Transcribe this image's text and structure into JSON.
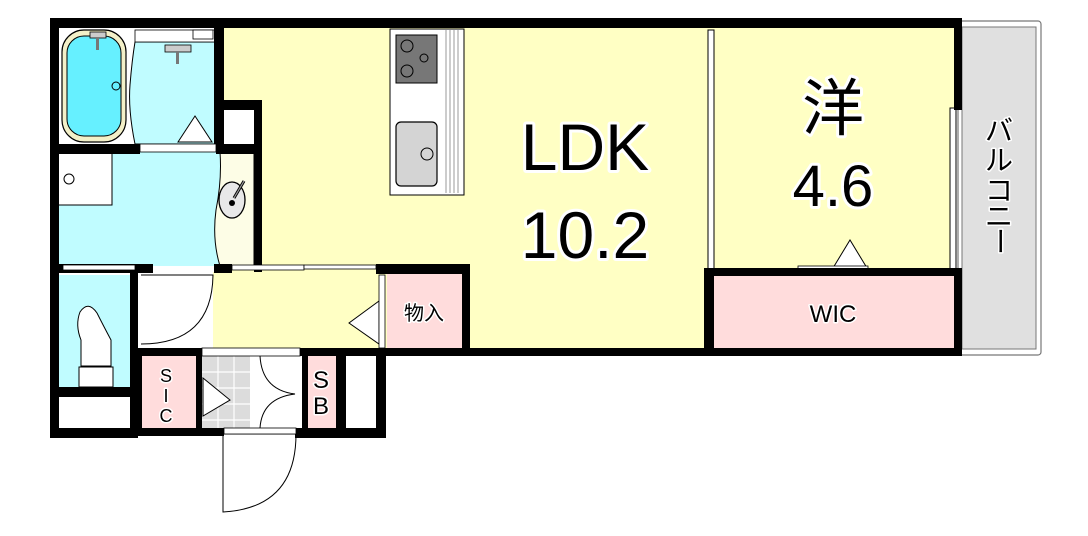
{
  "floorplan": {
    "colors": {
      "wall": "#000000",
      "living": "#ffffc4",
      "wet": "#c0fcff",
      "storage": "#ffdcdc",
      "balcony": "#e0e0e0",
      "entrance_tile": "#dcdcdc",
      "tub": "#66f0ff",
      "washbasin_area": "#fdfde6"
    },
    "rooms": {
      "ldk": {
        "name": "LDK",
        "size": "10.2"
      },
      "western": {
        "name": "洋",
        "size": "4.6"
      },
      "wic": {
        "name": "WIC"
      },
      "storage": {
        "name": "物入"
      },
      "shoe_box": {
        "name_line1": "S",
        "name_line2": "B"
      },
      "sic": {
        "name_line1": "S",
        "name_line2": "I",
        "name_line3": "C"
      },
      "balcony": {
        "name": "バルコニー",
        "chars": [
          "バ",
          "ル",
          "コ",
          "ニ",
          "ー"
        ]
      }
    }
  }
}
